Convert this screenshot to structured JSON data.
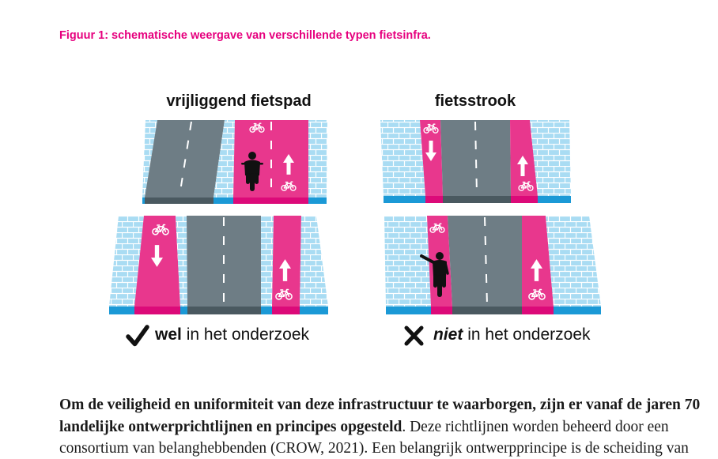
{
  "figure": {
    "caption": "Figuur 1: schematische weergave van verschillende typen fietsinfra.",
    "columns": [
      {
        "heading": "vrijliggend fietspad",
        "verdict_icon": "checkmark-icon",
        "verdict_bold": "wel",
        "verdict_rest": "in het onderzoek"
      },
      {
        "heading": "fietsstrook",
        "verdict_icon": "cross-icon",
        "verdict_bold": "niet",
        "verdict_rest": "in het onderzoek"
      }
    ],
    "icons": {
      "bike": "bike-icon",
      "arrow_up": "arrow-up-icon",
      "arrow_down": "arrow-down-icon",
      "cyclist": "cyclist-icon",
      "cyclist_signalling": "cyclist-arm-out-icon",
      "check": "checkmark-icon",
      "cross": "cross-icon"
    },
    "colors": {
      "caption": "#e6007e",
      "text": "#1a1a1a",
      "bike_lane": "#e8378d",
      "bike_lane_edge": "#dc0a79",
      "road": "#6e7d85",
      "road_edge": "#4a5960",
      "pavement": "#a9dcf3",
      "pavement_edge": "#1b99d6",
      "marking": "#ffffff"
    }
  },
  "paragraph": {
    "lines": [
      {
        "bold": "Om de veiligheid en uniformiteit van deze infrastructuur te waarborgen, zijn er vanaf de jaren 70"
      },
      {
        "bold": "landelijke ontwerprichtlijnen en principes opgesteld",
        "regular": ". Deze richtlijnen worden beheerd door een"
      },
      {
        "regular": "consortium van belanghebbenden (CROW, 2021). Een belangrijk ontwerpprincipe is de scheiding van"
      }
    ]
  }
}
